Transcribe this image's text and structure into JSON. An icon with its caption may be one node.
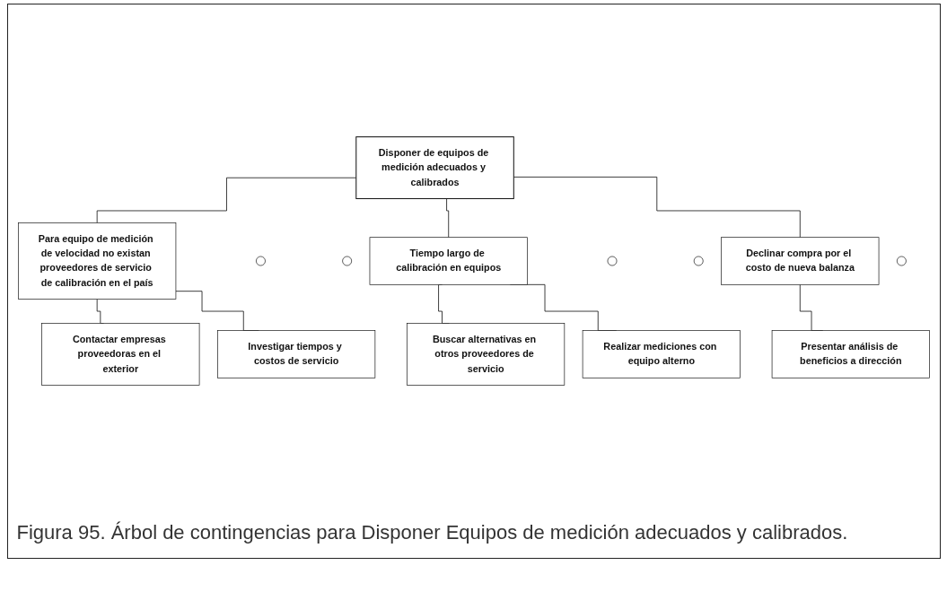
{
  "diagram": {
    "caption": "Figura 95. Árbol de contingencias para Disponer Equipos de medición adecuados y calibrados.",
    "nodes": [
      {
        "text": [
          "Disponer de equipos de medición adecuados y calibrados"
        ]
      },
      {
        "text": [
          "Para equipo de medición de velocidad no existan proveedores de servicio de calibración en el país"
        ]
      },
      {
        "text": [
          "Tiempo largo de calibración en equipos"
        ]
      },
      {
        "text": [
          "Declinar compra por el costo de nueva balanza"
        ]
      },
      {
        "text": [],
        "shape": "circle"
      },
      {
        "text": [
          "Contactar empresas proveedoras en el exterior"
        ]
      },
      {
        "text": [],
        "shape": "circle"
      },
      {
        "text": [
          "Investigar tiempos y costos de servicio"
        ]
      },
      {
        "text": [],
        "shape": "circle"
      },
      {
        "text": [
          "Buscar alternativas en otros proveedores de servicio"
        ]
      },
      {
        "text": [],
        "shape": "circle"
      },
      {
        "text": [
          "Realizar mediciones con equipo alterno"
        ]
      },
      {
        "text": [],
        "shape": "circle"
      },
      {
        "text": [
          "Presentar análisis de beneficios a dirección"
        ]
      }
    ],
    "edges": [
      {
        "from": 0,
        "to": 1,
        "arrow": "none"
      },
      {
        "from": 0,
        "to": 2,
        "arrow": "none"
      },
      {
        "from": 0,
        "to": 3,
        "arrow": "none"
      },
      {
        "from": 1,
        "to": 5,
        "arrow": "none"
      },
      {
        "from": 1,
        "to": 7,
        "arrow": "none"
      },
      {
        "from": 2,
        "to": 9,
        "arrow": "none"
      },
      {
        "from": 2,
        "to": 11,
        "arrow": "none"
      },
      {
        "from": 3,
        "to": 13,
        "arrow": "none"
      }
    ]
  }
}
